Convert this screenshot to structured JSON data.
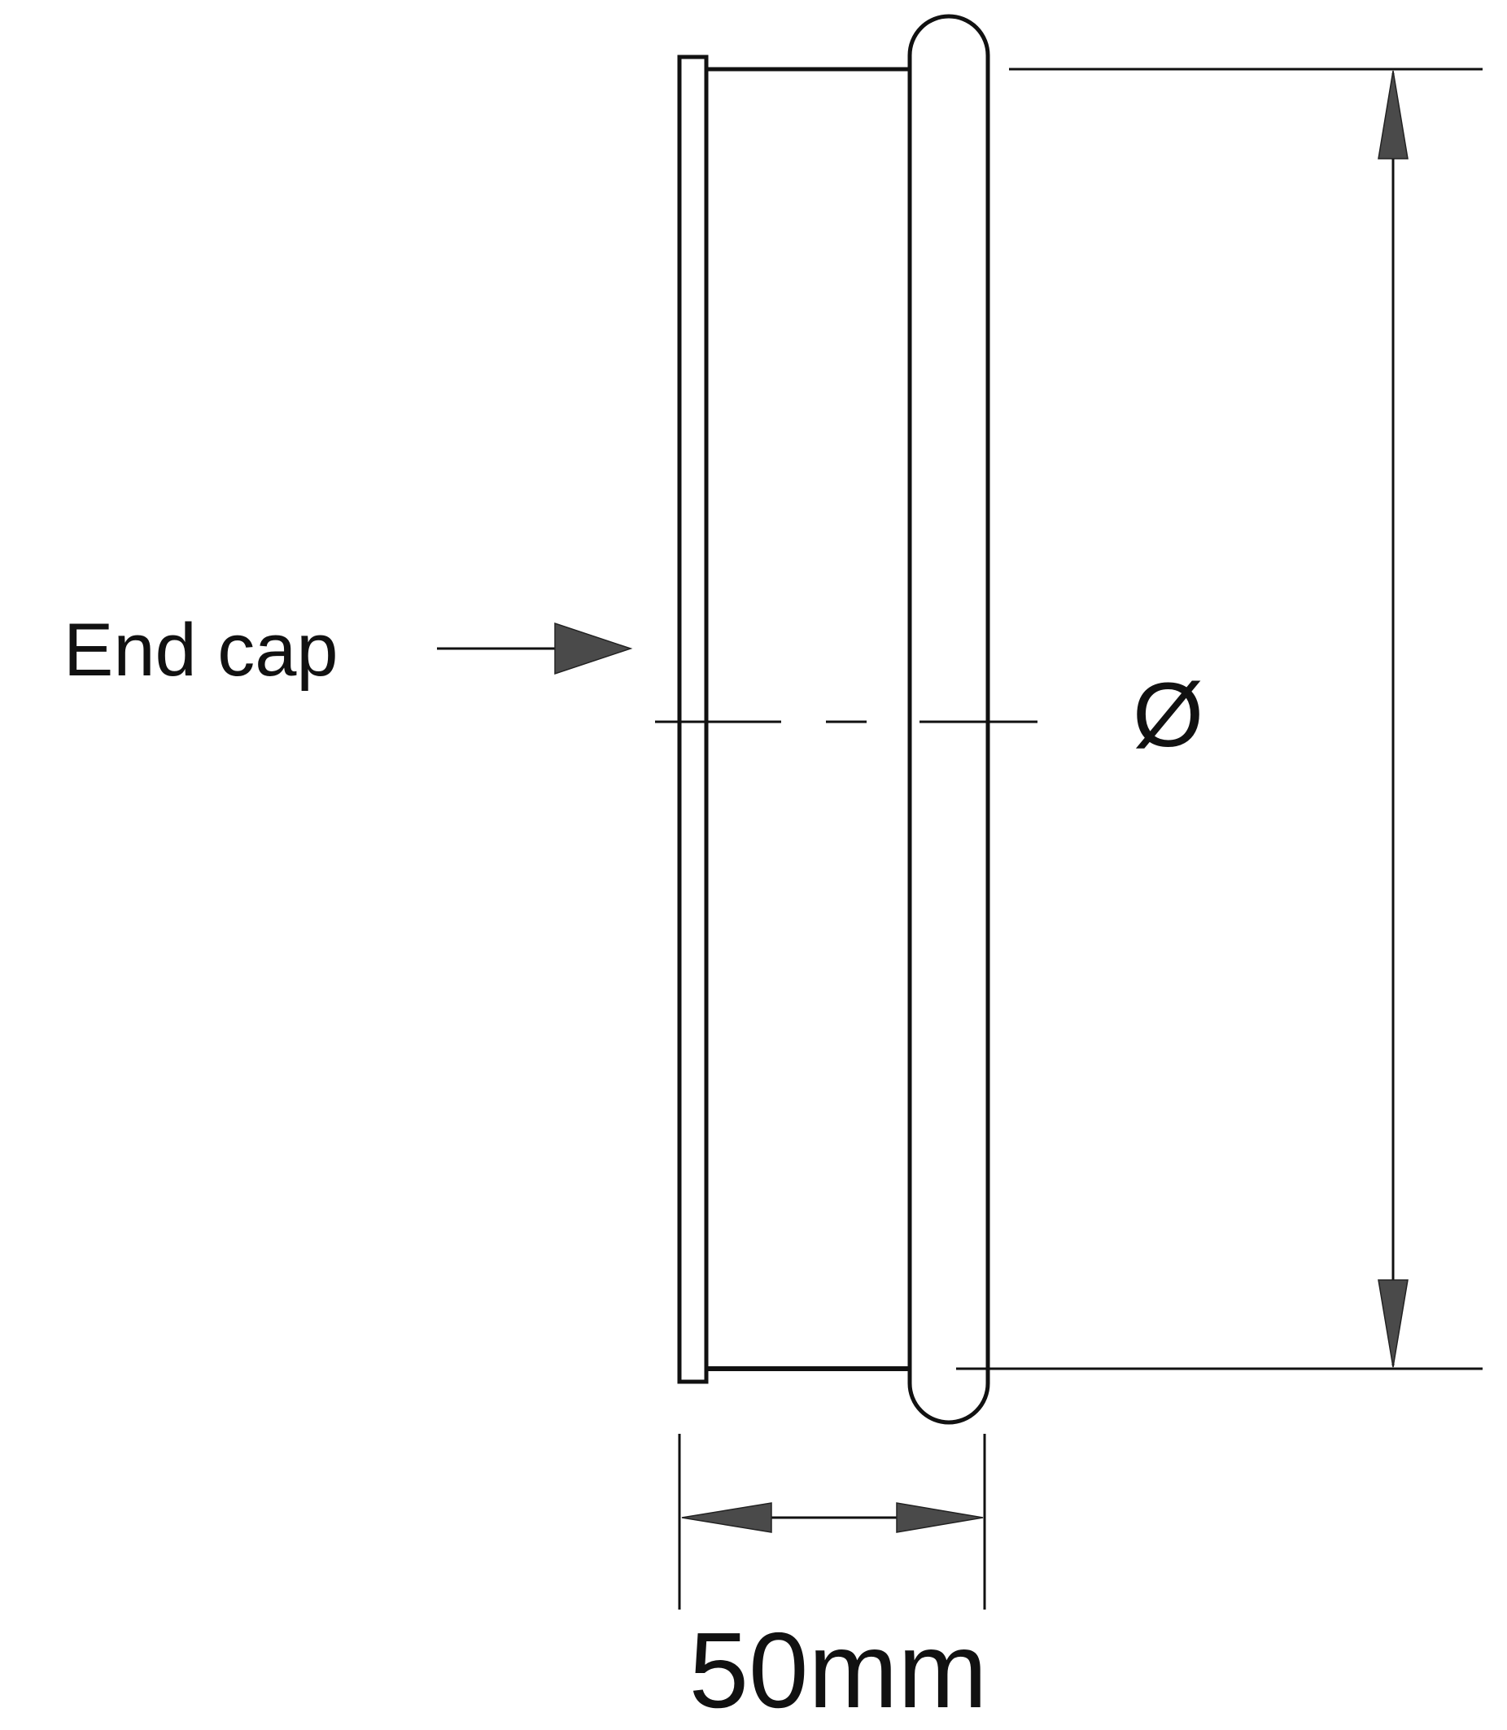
{
  "labels": {
    "end_cap": "End cap",
    "diameter_symbol": "Ø",
    "length_dimension": "50mm"
  },
  "colors": {
    "line": "#111111",
    "arrow_fill": "#4a4a4a",
    "background": "#ffffff"
  }
}
